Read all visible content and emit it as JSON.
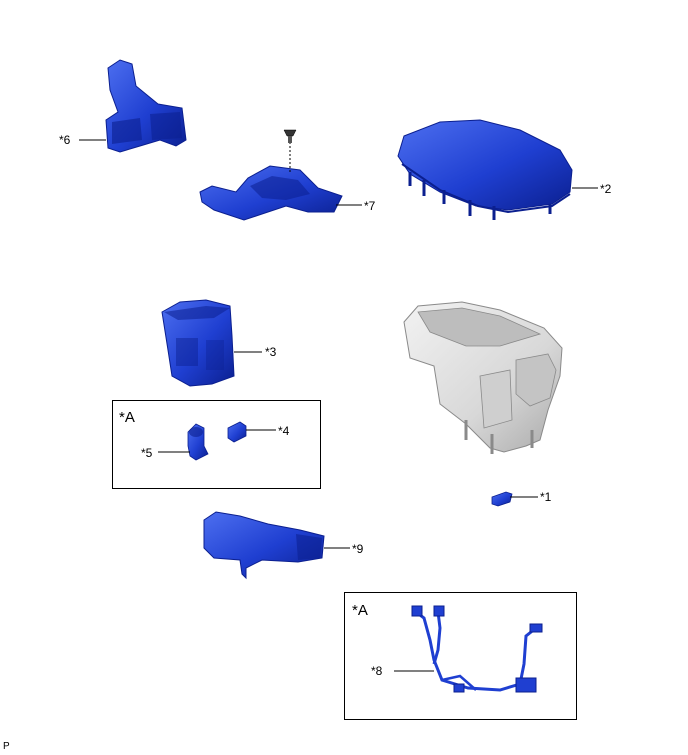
{
  "colors": {
    "part_blue": "#1f3fd1",
    "part_blue_dark": "#0b1f8f",
    "part_blue_light": "#4d6ff0",
    "housing_gray": "#dcdcdc",
    "housing_gray_dark": "#a9a9a9",
    "line": "#000000"
  },
  "callouts": {
    "c1": "*1",
    "c2": "*2",
    "c3": "*3",
    "c4": "*4",
    "c5": "*5",
    "c6": "*6",
    "c7": "*7",
    "c8": "*8",
    "c9": "*9"
  },
  "boxes": {
    "box_a1_label": "*A",
    "box_a2_label": "*A"
  },
  "footer_code": "P"
}
